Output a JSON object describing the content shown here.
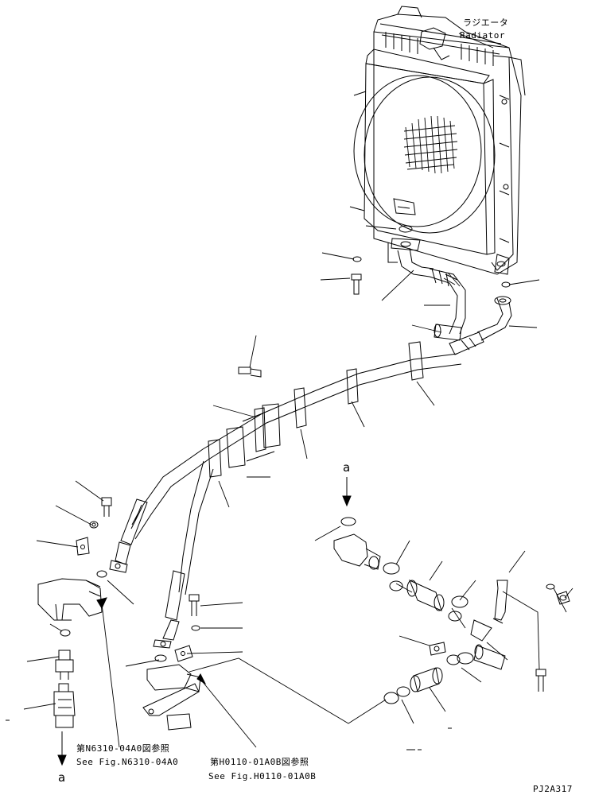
{
  "labels": {
    "radiator_jp": "ラジエータ",
    "radiator_en": "Radiator",
    "ref_a_top": "a",
    "ref_a_bottom": "a",
    "ref1_jp": "第N6310-04A0図参照",
    "ref1_en": "See Fig.N6310-04A0",
    "ref2_jp": "第H0110-01A0B図参照",
    "ref2_en": "See Fig.H0110-01A0B",
    "drawing_code": "PJ2A317"
  },
  "colors": {
    "line": "#000000",
    "background": "#ffffff"
  }
}
